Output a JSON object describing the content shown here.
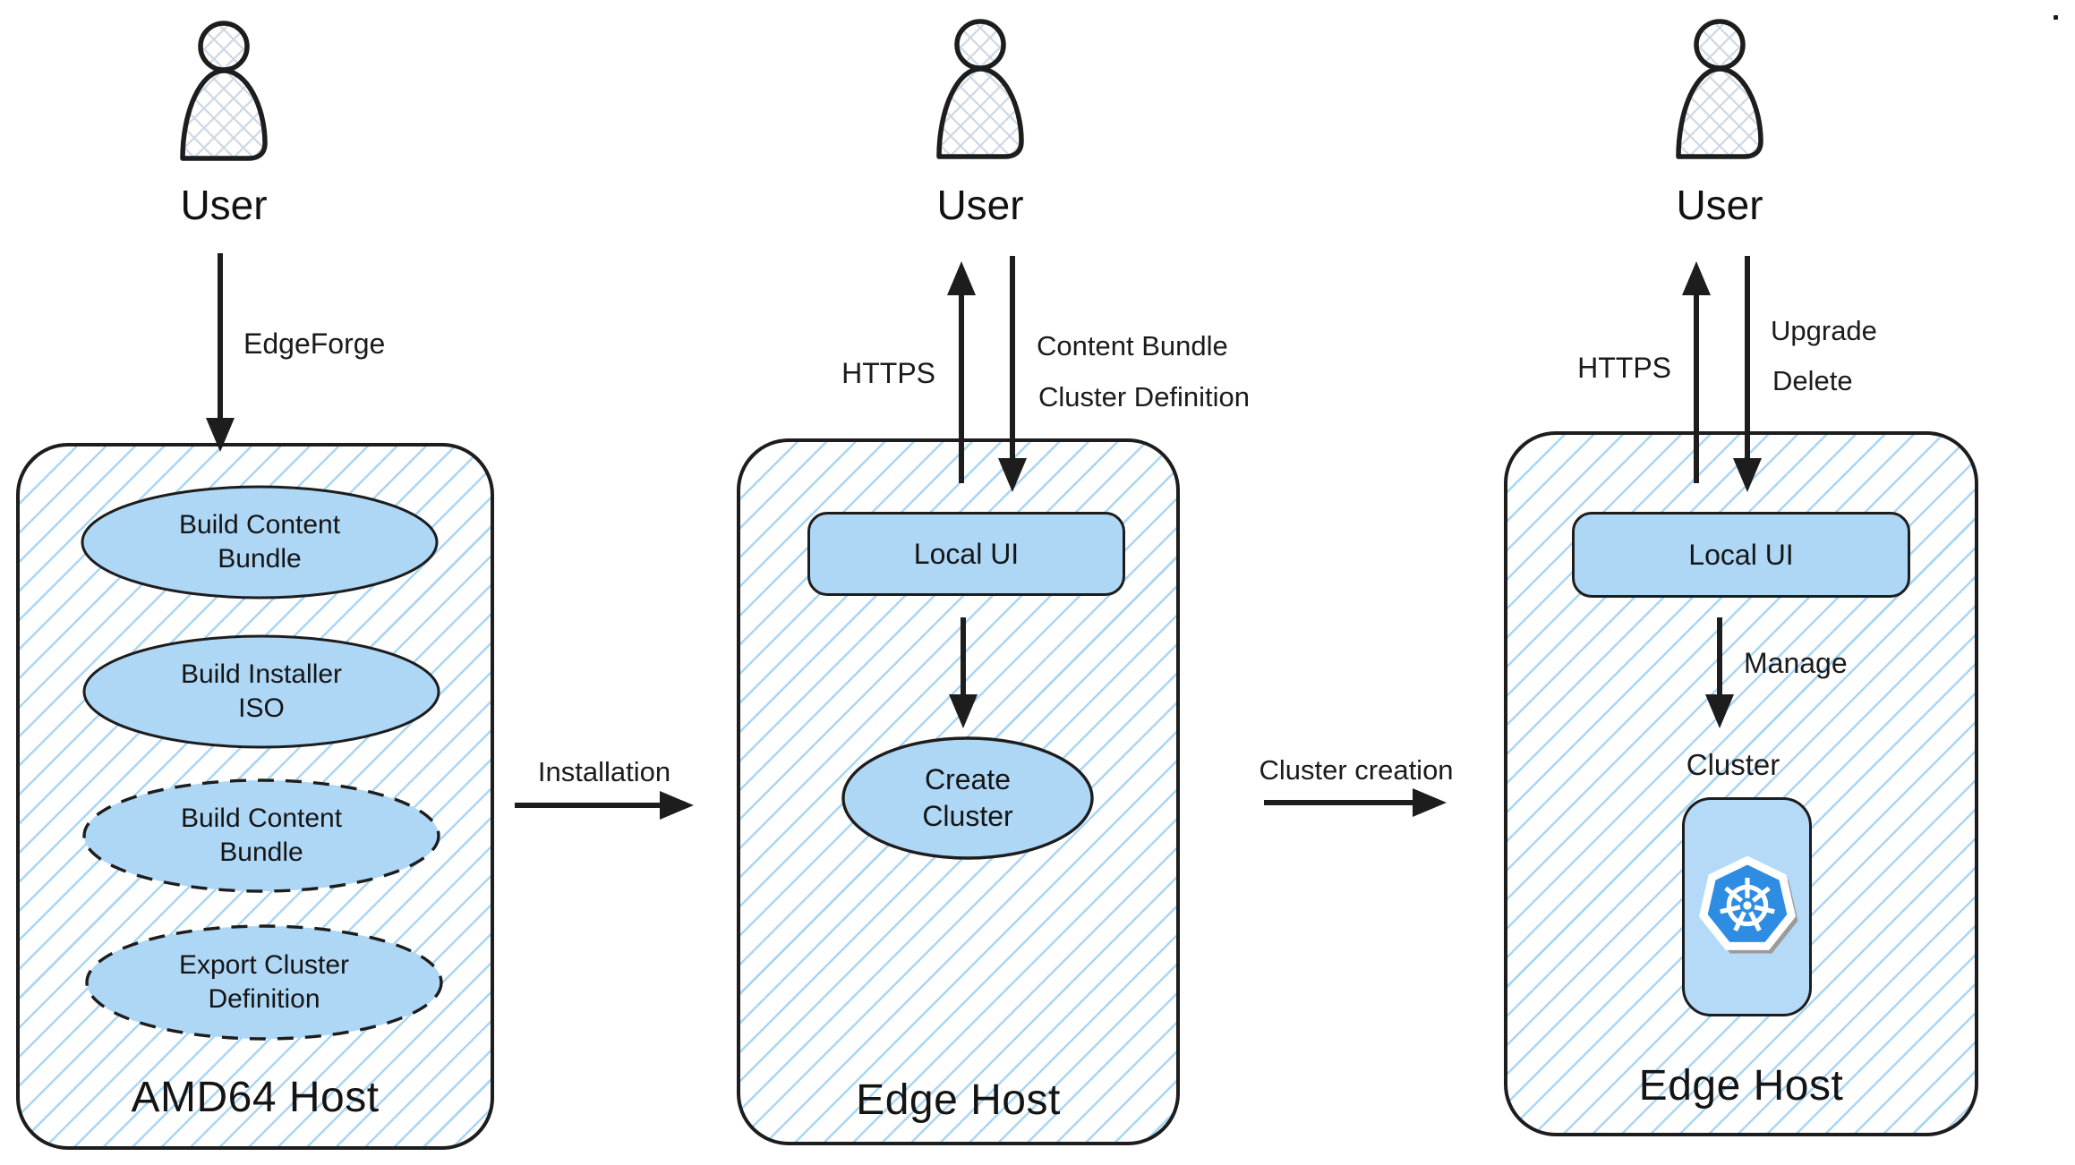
{
  "palette": {
    "node_fill": "#aed7f6",
    "hatch_line": "#a8d6f4",
    "outline": "#1d1d1d",
    "kubernetes_blue": "#2e8de2"
  },
  "left_column": {
    "user_icon": "user-icon",
    "user_label": "User",
    "arrow_label": "EdgeForge",
    "host": {
      "title": "AMD64 Host",
      "nodes": [
        {
          "line1": "Build Content",
          "line2": "Bundle",
          "border": "solid"
        },
        {
          "line1": "Build Installer",
          "line2": "ISO",
          "border": "solid"
        },
        {
          "line1": "Build Content",
          "line2": "Bundle",
          "border": "dashed"
        },
        {
          "line1": "Export Cluster",
          "line2": "Definition",
          "border": "dashed"
        }
      ]
    }
  },
  "middle_column": {
    "user_icon": "user-icon",
    "user_label": "User",
    "up_arrow_label": "HTTPS",
    "down_arrow_label_line1": "Content Bundle",
    "down_arrow_label_line2": "Cluster Definition",
    "host": {
      "title": "Edge Host",
      "local_ui": "Local UI",
      "create_cluster_line1": "Create",
      "create_cluster_line2": "Cluster"
    }
  },
  "right_column": {
    "user_icon": "user-icon",
    "user_label": "User",
    "up_arrow_label": "HTTPS",
    "down_arrow_label_line1": "Upgrade",
    "down_arrow_label_line2": "Delete",
    "host": {
      "title": "Edge Host",
      "local_ui": "Local UI",
      "manage_arrow_label": "Manage",
      "cluster_caption": "Cluster",
      "cluster_icon": "kubernetes-icon"
    }
  },
  "flows": {
    "installation_label": "Installation",
    "cluster_creation_label": "Cluster creation"
  }
}
